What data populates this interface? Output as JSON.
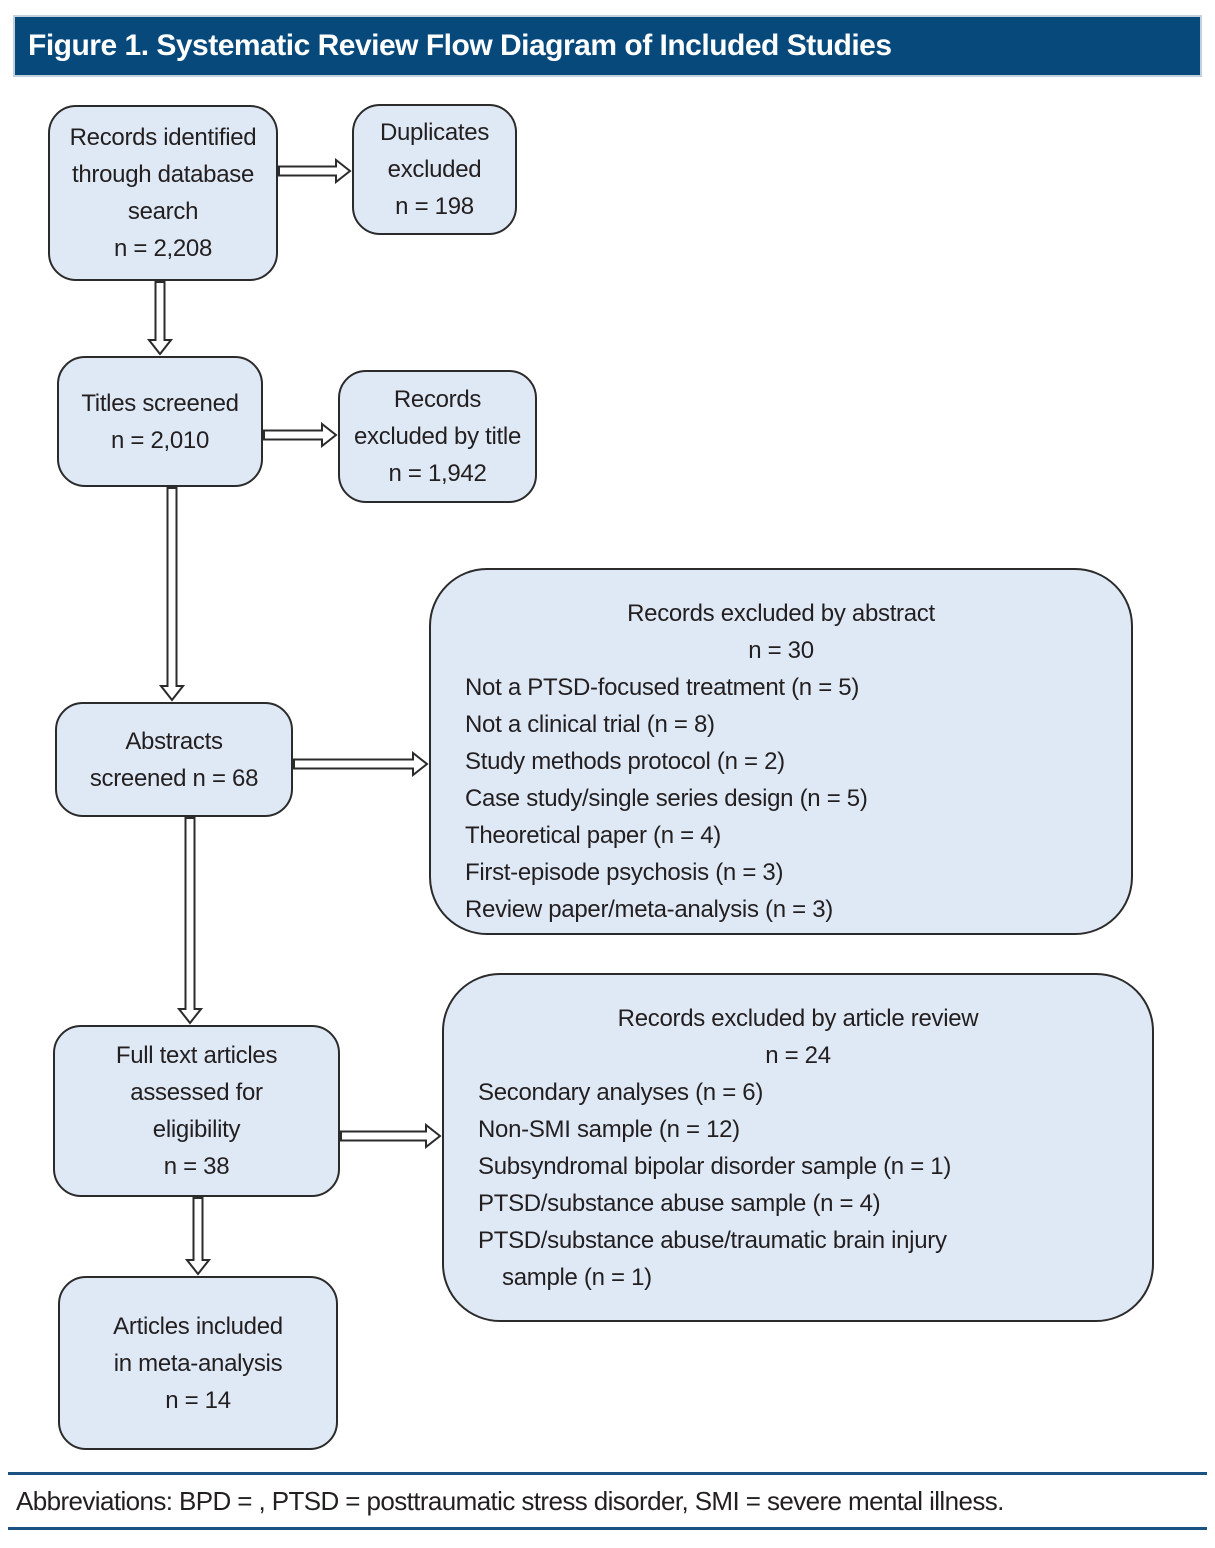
{
  "header": {
    "title": "Figure 1. Systematic Review Flow Diagram of Included Studies"
  },
  "colors": {
    "header_bg": "#07497a",
    "header_text": "#ffffff",
    "box_fill": "#dfe9f5",
    "box_border": "#2b2b2b",
    "text_color": "#231f20",
    "rule_color": "#1b5282"
  },
  "boxes": {
    "records_identified": {
      "lines": [
        "Records identified",
        "through database",
        "search",
        "n = 2,208"
      ]
    },
    "duplicates_excluded": {
      "lines": [
        "Duplicates",
        "excluded",
        "n = 198"
      ]
    },
    "titles_screened": {
      "lines": [
        "Titles screened",
        "n = 2,010"
      ]
    },
    "excluded_by_title": {
      "lines": [
        "Records",
        "excluded by title",
        "n = 1,942"
      ]
    },
    "abstracts_screened": {
      "lines": [
        "Abstracts",
        "screened n = 68"
      ]
    },
    "excluded_by_abstract": {
      "heading": "Records excluded by abstract",
      "count": "n = 30",
      "items": [
        "Not a PTSD-focused treatment (n = 5)",
        "Not a clinical trial (n = 8)",
        "Study methods protocol (n = 2)",
        "Case study/single series design (n = 5)",
        "Theoretical paper (n = 4)",
        "First-episode psychosis (n = 3)",
        "Review paper/meta-analysis (n = 3)"
      ]
    },
    "full_text": {
      "lines": [
        "Full text articles",
        "assessed for",
        "eligibility",
        "n = 38"
      ]
    },
    "excluded_by_article": {
      "heading": "Records excluded by article review",
      "count": "n = 24",
      "items": [
        "Secondary analyses (n = 6)",
        "Non-SMI sample (n = 12)",
        "Subsyndromal bipolar disorder sample (n = 1)",
        "PTSD/substance abuse sample (n = 4)",
        "PTSD/substance abuse/traumatic brain injury\nsample (n = 1)"
      ]
    },
    "articles_included": {
      "lines": [
        "Articles included",
        "in meta-analysis",
        "n = 14"
      ]
    }
  },
  "footer": {
    "abbreviations": "Abbreviations: BPD = , PTSD = posttraumatic stress disorder, SMI = severe mental illness."
  }
}
